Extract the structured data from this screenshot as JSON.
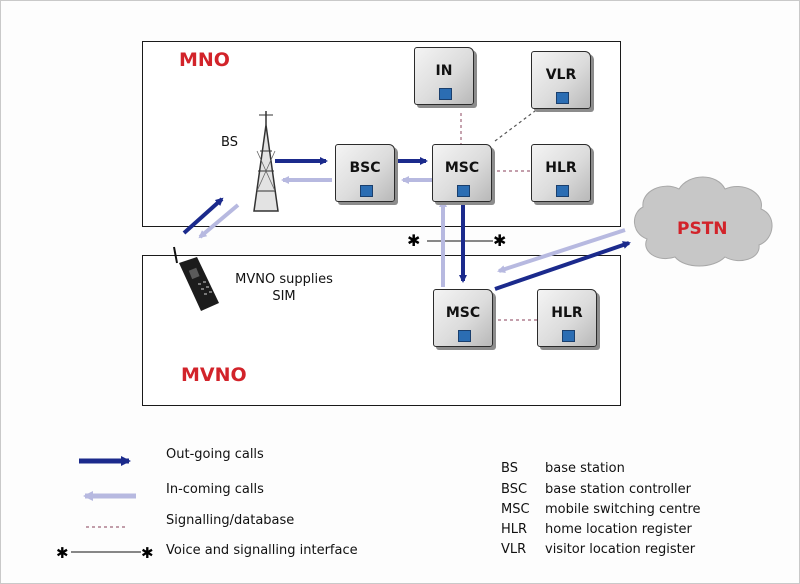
{
  "regions": {
    "mno": "MNO",
    "mvno": "MVNO"
  },
  "nodes": {
    "in": "IN",
    "vlr": "VLR",
    "bsc": "BSC",
    "msc_mno": "MSC",
    "hlr_mno": "HLR",
    "msc_mvno": "MSC",
    "hlr_mvno": "HLR"
  },
  "labels": {
    "bs": "BS",
    "mvno_supplies": "MVNO supplies SIM",
    "pstn": "PSTN"
  },
  "legend": {
    "outgoing": "Out-going calls",
    "incoming": "In-coming calls",
    "signalling": "Signalling/database",
    "voice_interface": "Voice and signalling interface"
  },
  "abbreviations": [
    {
      "abbr": "BS",
      "meaning": "base station"
    },
    {
      "abbr": "BSC",
      "meaning": "base station controller"
    },
    {
      "abbr": "MSC",
      "meaning": "mobile switching centre"
    },
    {
      "abbr": "HLR",
      "meaning": "home location register"
    },
    {
      "abbr": "VLR",
      "meaning": "visitor location register"
    }
  ],
  "colors": {
    "outgoing": "#1b2a8c",
    "incoming": "#b7b9e0",
    "signalling": "#a0667a",
    "label_red": "#d2232a"
  }
}
